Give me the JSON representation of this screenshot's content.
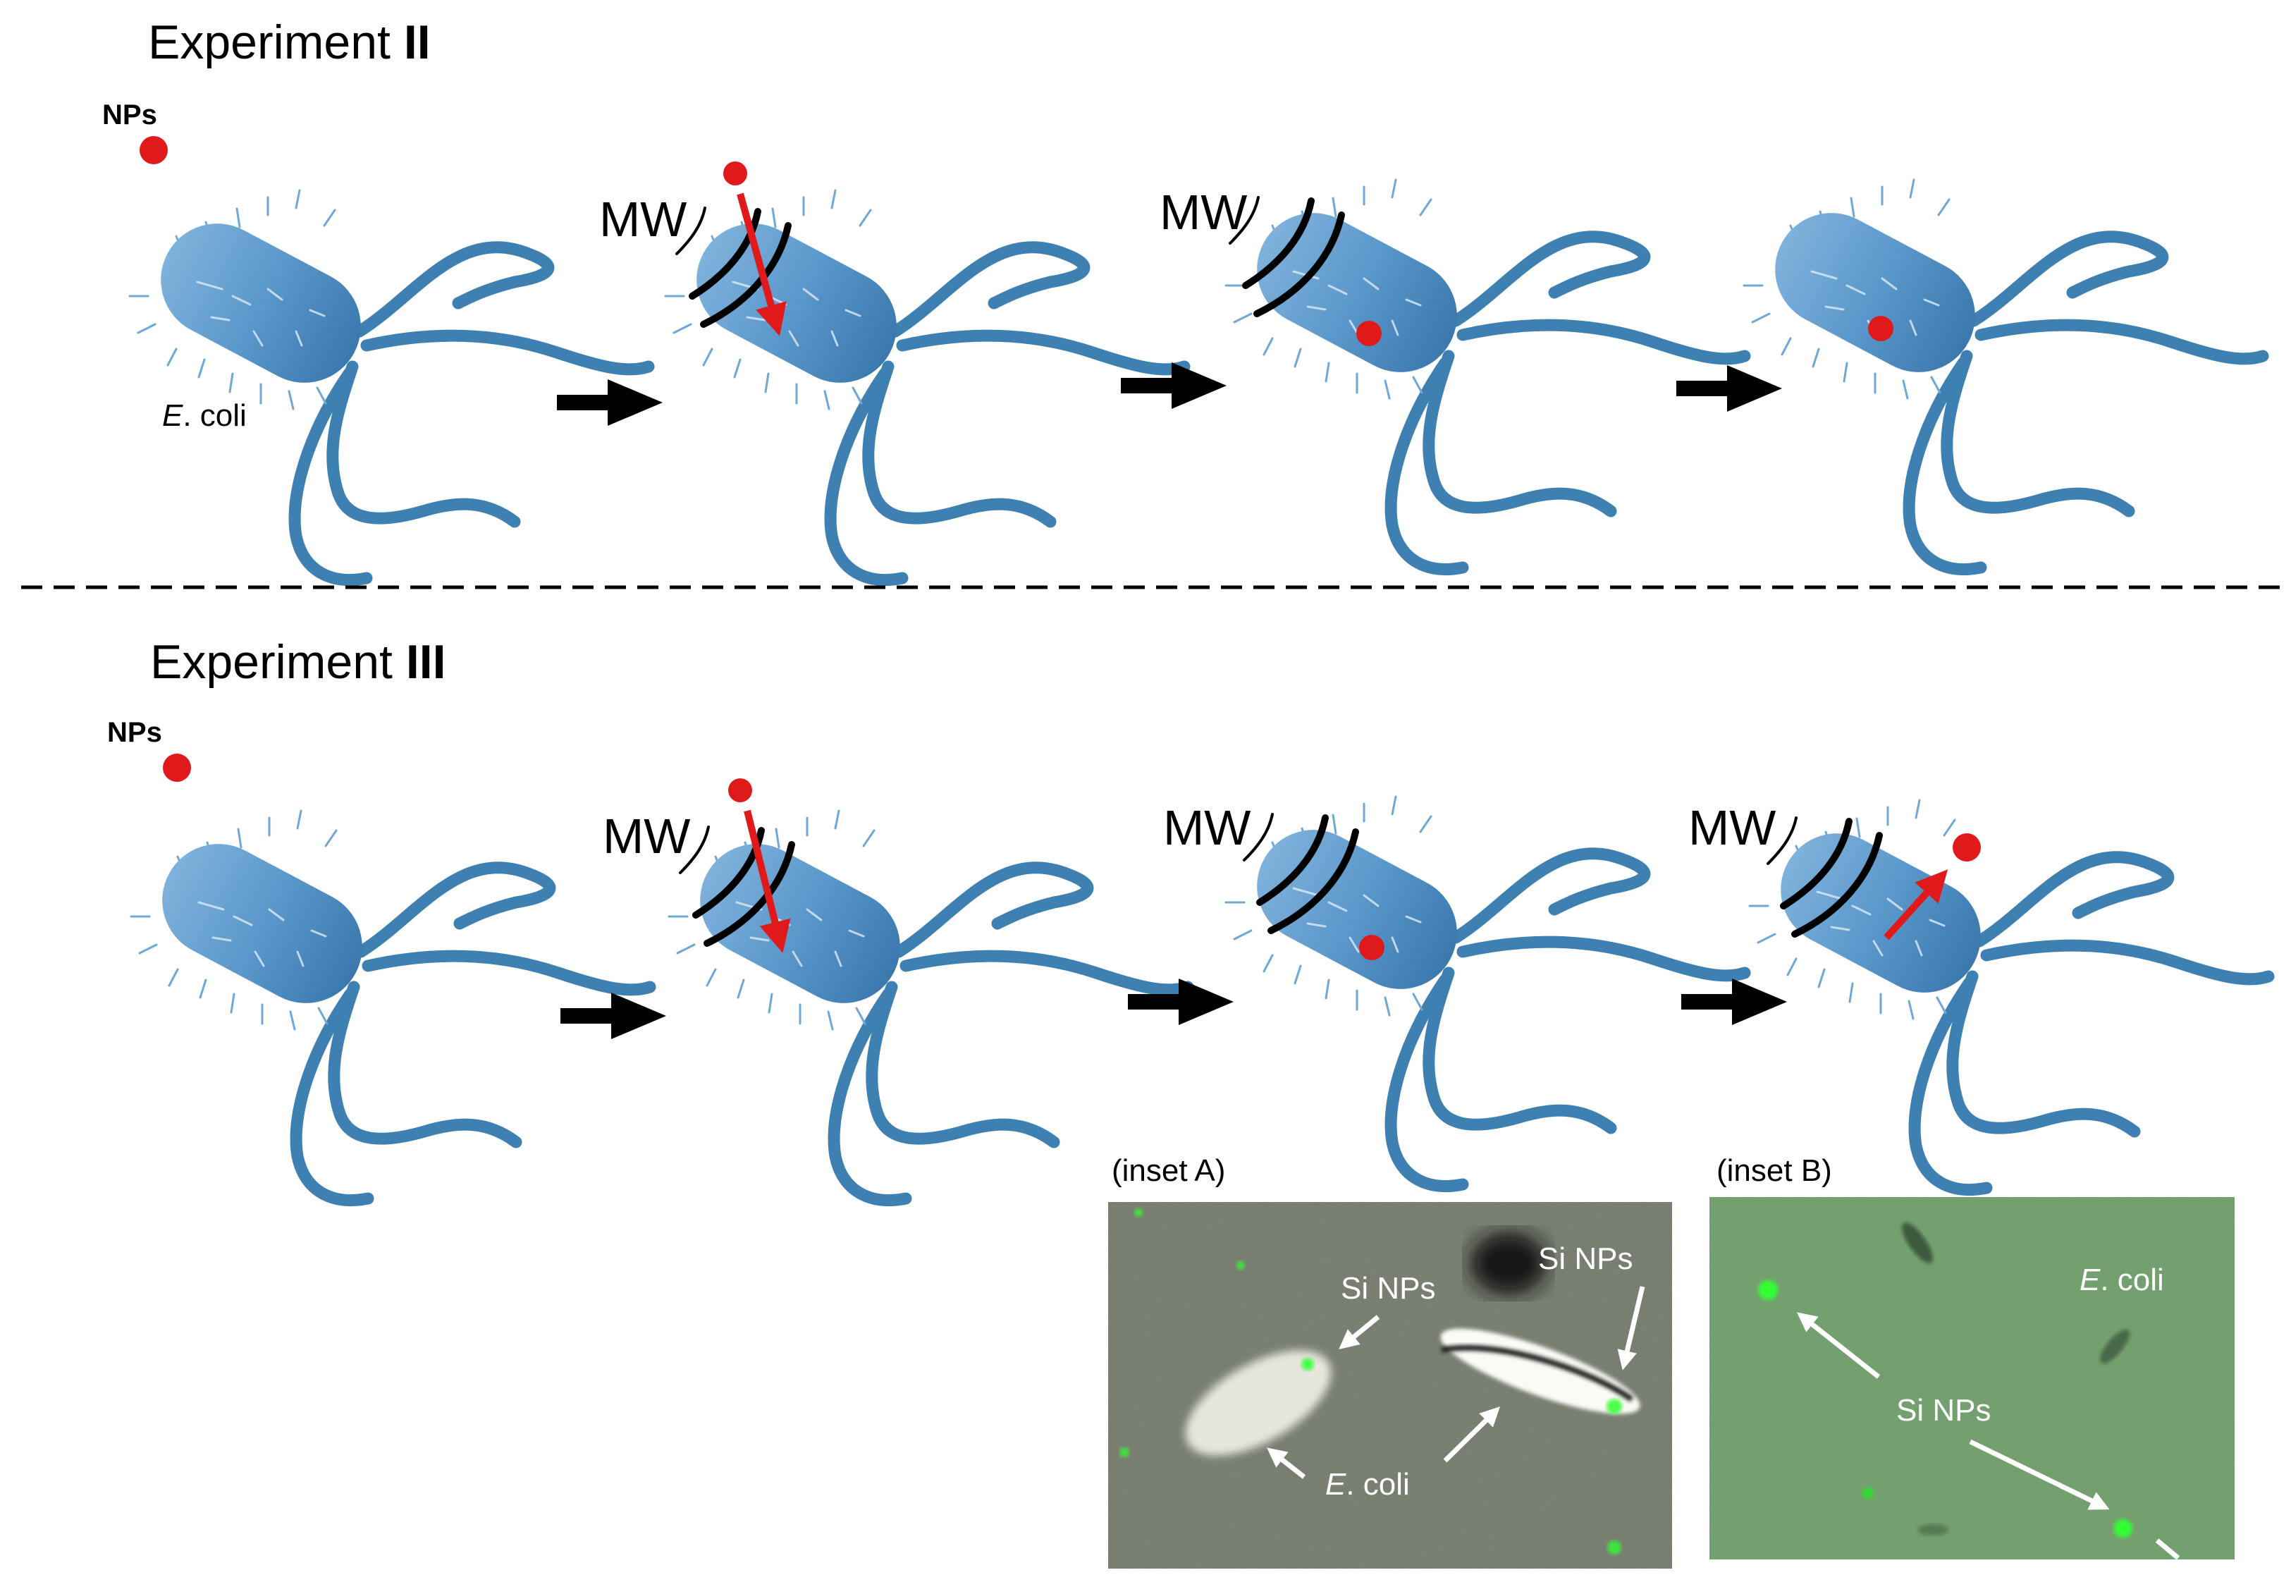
{
  "experiment_2": {
    "title_prefix": "Experiment ",
    "title_numeral": "II",
    "nps_label": "NPs",
    "mw_label": "MW",
    "ecoli_italic": "E",
    "ecoli_rest": ". coli"
  },
  "experiment_3": {
    "title_prefix": "Experiment ",
    "title_numeral": "III",
    "nps_label": "NPs",
    "mw_label": "MW"
  },
  "inset_a": {
    "label": "(inset A)",
    "si_nps_1": "Si NPs",
    "si_nps_2": "Si NPs",
    "ecoli_italic": "E",
    "ecoli_rest": ". coli"
  },
  "inset_b": {
    "label": "(inset B)",
    "si_nps": "Si NPs",
    "ecoli_italic": "E",
    "ecoli_rest": ". coli"
  },
  "colors": {
    "bacterium": "#4c8fc4",
    "flagella": "#3f80b2",
    "nanoparticle": "#e01a1a",
    "arrow": "#000000",
    "inset_a_bg": "#6b7262",
    "inset_b_bg": "#6f9e6a"
  }
}
